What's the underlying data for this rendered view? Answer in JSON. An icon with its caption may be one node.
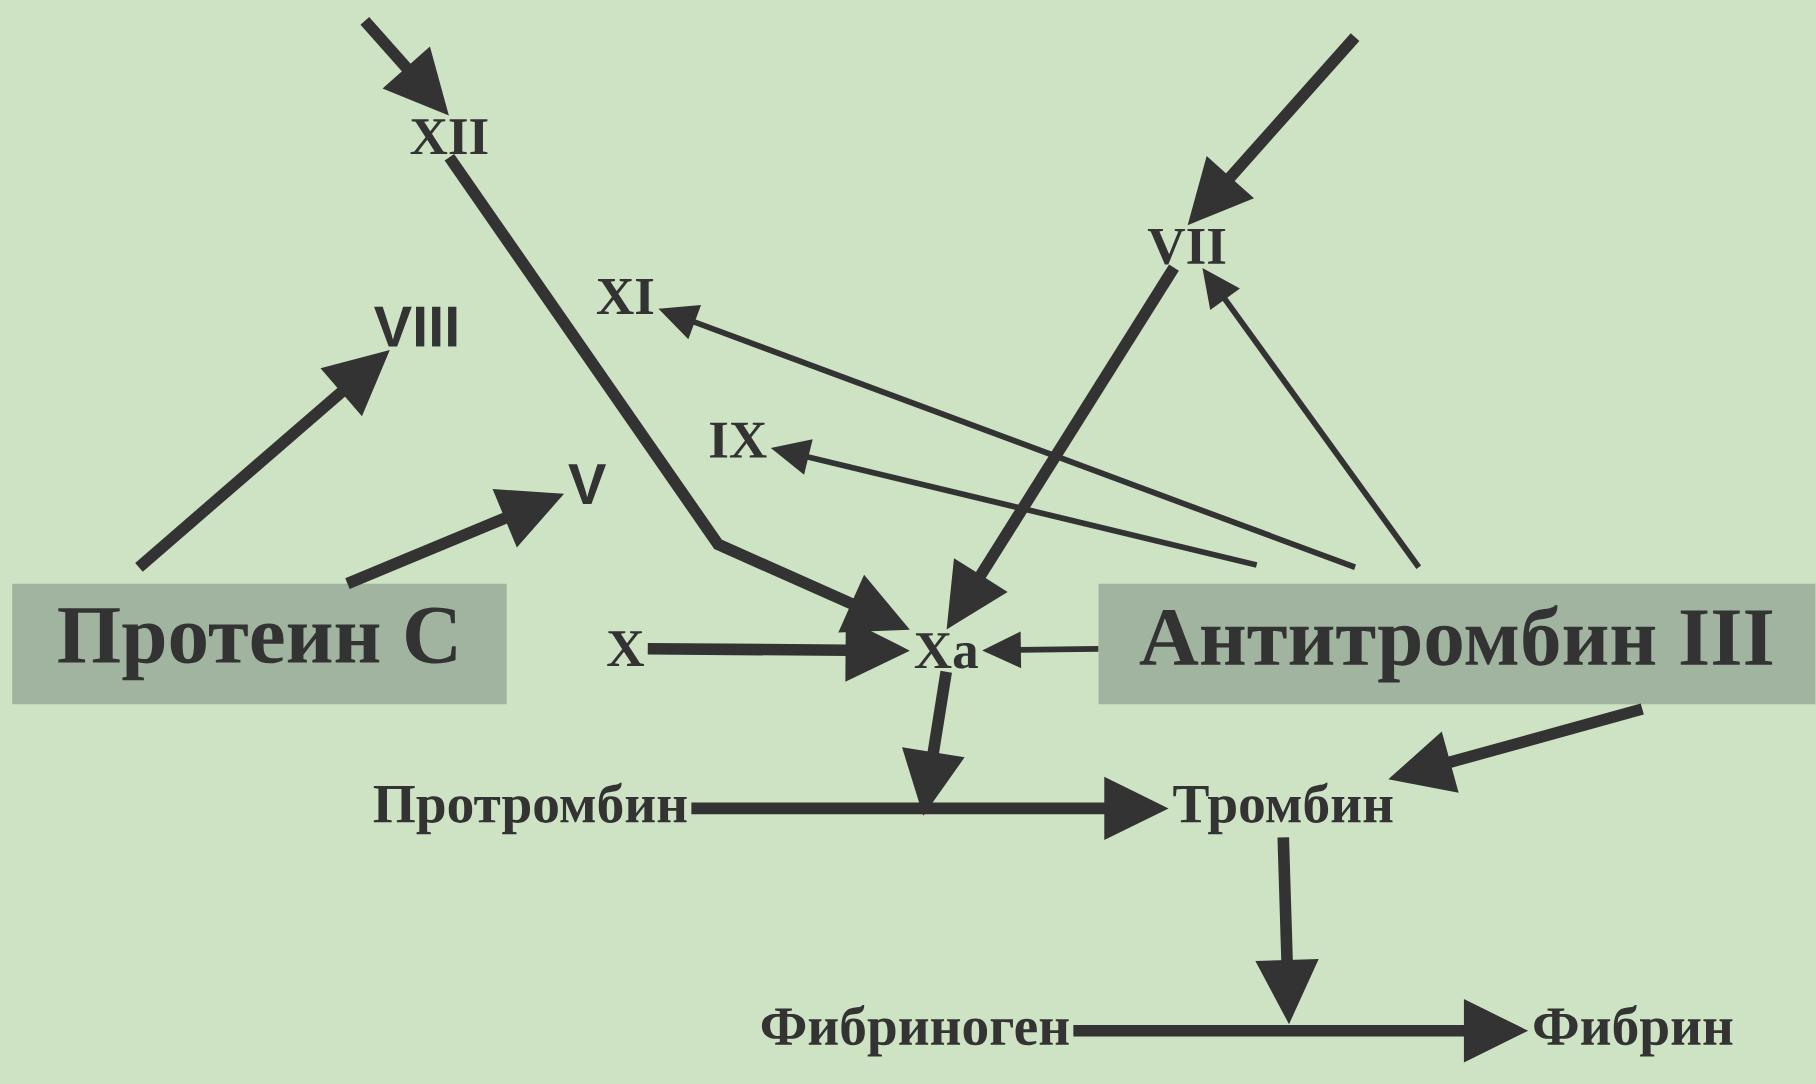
{
  "diagram": {
    "nodes": [
      {
        "text": [
          "XII"
        ]
      },
      {
        "text": [
          "VIII"
        ]
      },
      {
        "text": [
          "XI"
        ]
      },
      {
        "text": [
          "IX"
        ]
      },
      {
        "text": [
          "V"
        ]
      },
      {
        "text": [
          "Протеин  С"
        ]
      },
      {
        "text": [
          "X"
        ]
      },
      {
        "text": [
          "Xa"
        ]
      },
      {
        "text": [
          "Антитромбин III"
        ]
      },
      {
        "text": [
          "VII"
        ]
      },
      {
        "text": [
          "Протромбин"
        ]
      },
      {
        "text": [
          "Тромбин"
        ]
      },
      {
        "text": [
          "Фибриноген"
        ]
      },
      {
        "text": [
          "Фибрин"
        ]
      }
    ],
    "edges": [
      {
        "from": null,
        "to": 0,
        "arrow": "to"
      },
      {
        "from": 0,
        "to": 7,
        "arrow": "to"
      },
      {
        "from": 5,
        "to": 1,
        "arrow": "to"
      },
      {
        "from": 5,
        "to": 4,
        "arrow": "to"
      },
      {
        "from": null,
        "to": 9,
        "arrow": "to"
      },
      {
        "from": 9,
        "to": 7,
        "arrow": "to"
      },
      {
        "from": 8,
        "to": 2,
        "arrow": "to"
      },
      {
        "from": 8,
        "to": 3,
        "arrow": "to"
      },
      {
        "from": 8,
        "to": 9,
        "arrow": "to"
      },
      {
        "from": 8,
        "to": 7,
        "arrow": "to"
      },
      {
        "from": 6,
        "to": 7,
        "arrow": "to"
      },
      {
        "from": 7,
        "to": null,
        "arrow": "to"
      },
      {
        "from": 10,
        "to": 11,
        "arrow": "to"
      },
      {
        "from": 8,
        "to": 11,
        "arrow": "to"
      },
      {
        "from": 11,
        "to": null,
        "arrow": "to"
      },
      {
        "from": 12,
        "to": 13,
        "arrow": "to"
      }
    ]
  }
}
